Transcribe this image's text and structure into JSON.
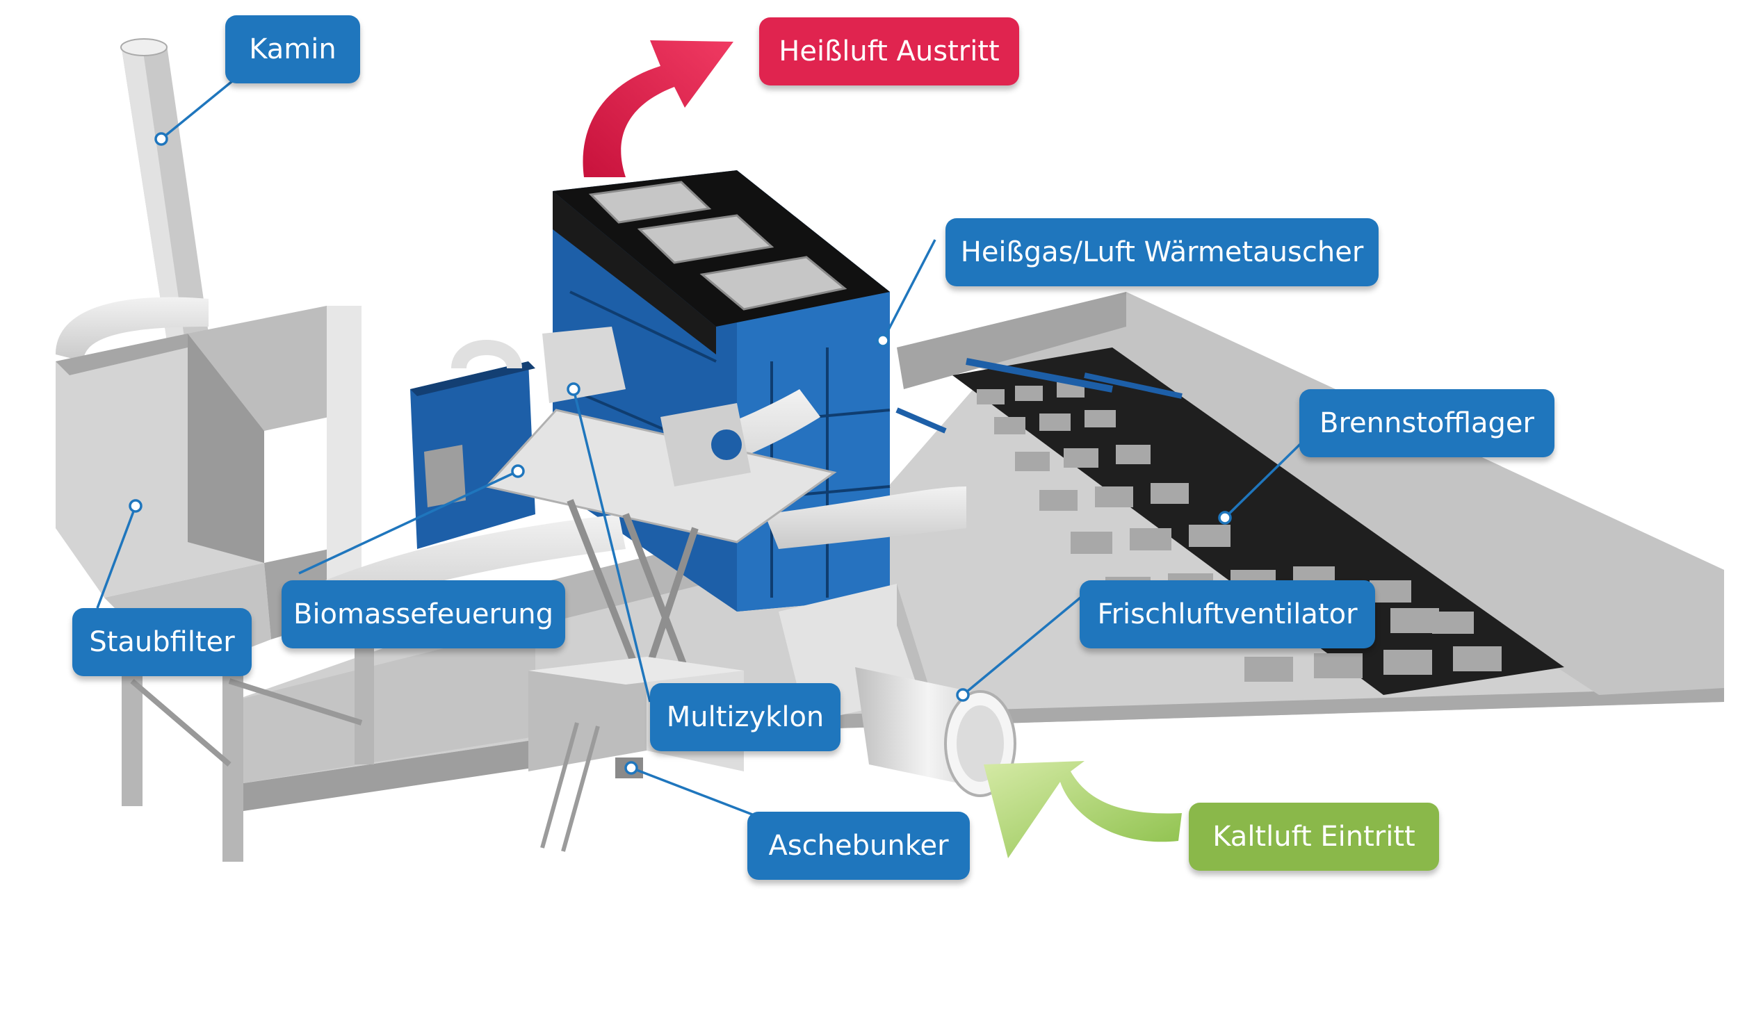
{
  "diagram": {
    "labels": {
      "kamin": "Kamin",
      "heissluft_austritt": "Heißluft Austritt",
      "waermetauscher": "Heißgas/Luft Wärmetauscher",
      "brennstofflager": "Brennstofflager",
      "staubfilter": "Staubfilter",
      "biomassefeuerung": "Biomassefeuerung",
      "frischluftventilator": "Frischluftventilator",
      "multizyklon": "Multizyklon",
      "aschebunker": "Aschebunker",
      "kaltluft_eintritt": "Kaltluft Eintritt"
    },
    "colors": {
      "component_label": "#1f76bd",
      "hot_air": "#e0244f",
      "cold_air": "#8ab84a",
      "exchanger_panels": "#1d5fa8",
      "structure_gray": "#b9b9b9"
    }
  }
}
